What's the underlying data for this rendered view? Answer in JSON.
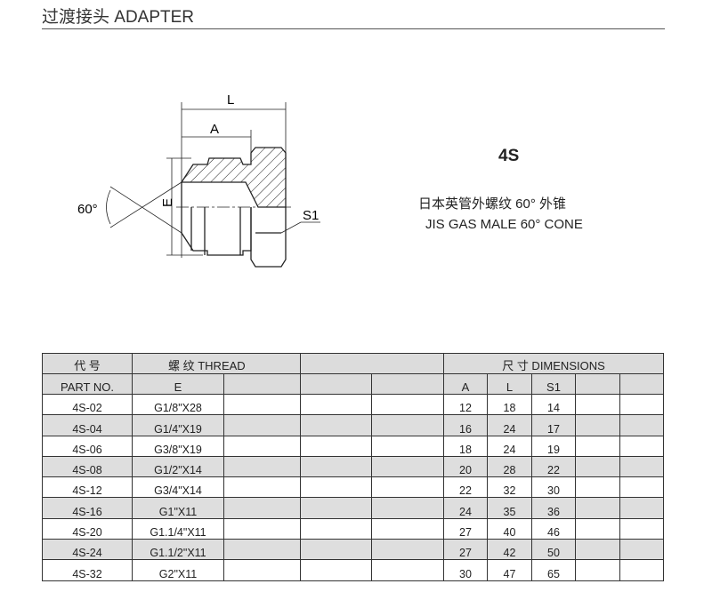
{
  "header": {
    "title": "过渡接头 ADAPTER"
  },
  "product": {
    "code": "4S",
    "desc_cn": "日本英管外螺纹 60° 外锥",
    "desc_en": "JIS GAS MALE 60° CONE"
  },
  "drawing": {
    "L": "L",
    "A": "A",
    "E": "E",
    "S1": "S1",
    "angle": "60°"
  },
  "table": {
    "h_part_cn": "代 号",
    "h_thread": "螺 纹  THREAD",
    "h_dim": "尺 寸   DIMENSIONS",
    "h_part": "PART NO.",
    "h_e": "E",
    "h_a": "A",
    "h_l": "L",
    "h_s1": "S1",
    "rows": [
      {
        "part": "4S-02",
        "e": "G1/8\"X28",
        "a": "12",
        "l": "18",
        "s1": "14"
      },
      {
        "part": "4S-04",
        "e": "G1/4\"X19",
        "a": "16",
        "l": "24",
        "s1": "17"
      },
      {
        "part": "4S-06",
        "e": "G3/8\"X19",
        "a": "18",
        "l": "24",
        "s1": "19"
      },
      {
        "part": "4S-08",
        "e": "G1/2\"X14",
        "a": "20",
        "l": "28",
        "s1": "22"
      },
      {
        "part": "4S-12",
        "e": "G3/4\"X14",
        "a": "22",
        "l": "32",
        "s1": "30"
      },
      {
        "part": "4S-16",
        "e": "G1\"X11",
        "a": "24",
        "l": "35",
        "s1": "36"
      },
      {
        "part": "4S-20",
        "e": "G1.1/4\"X11",
        "a": "27",
        "l": "40",
        "s1": "46"
      },
      {
        "part": "4S-24",
        "e": "G1.1/2\"X11",
        "a": "27",
        "l": "42",
        "s1": "50"
      },
      {
        "part": "4S-32",
        "e": "G2\"X11",
        "a": "30",
        "l": "47",
        "s1": "65"
      }
    ]
  }
}
